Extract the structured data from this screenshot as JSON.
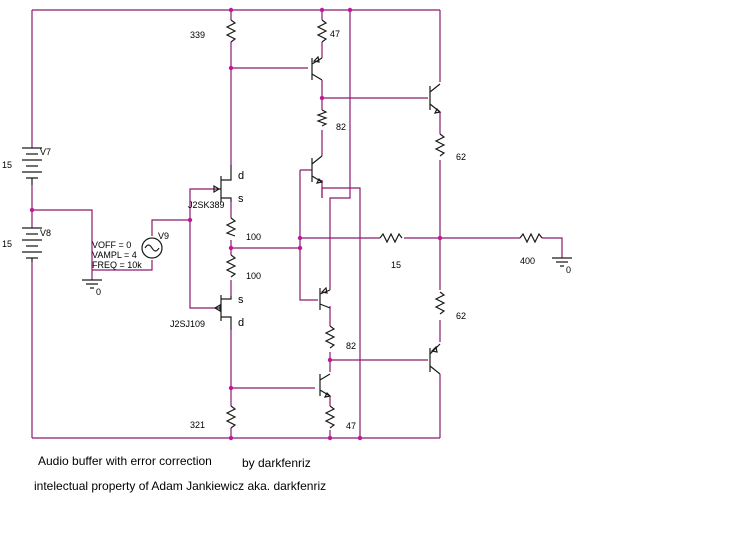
{
  "labels": {
    "r_top_left": "339",
    "r_top_mid": "47",
    "r_emit_top": "82",
    "r_right_top": "62",
    "r_mid_upper": "100",
    "r_mid_lower": "100",
    "r_series": "15",
    "r_load": "400",
    "r_right_bot": "62",
    "r_emit_bot": "82",
    "r_bot_left": "321",
    "r_bot_mid": "47",
    "ground_main": "0",
    "ground_load": "0"
  },
  "sources": {
    "v7_name": "V7",
    "v7_value": "15",
    "v8_name": "V8",
    "v8_value": "15",
    "v9_name": "V9",
    "v9_voff": "VOFF = 0",
    "v9_vampl": "VAMPL = 4",
    "v9_freq": "FREQ = 10k"
  },
  "fets": {
    "upper_name": "J2SK389",
    "upper_drain": "d",
    "upper_source": "s",
    "lower_name": "J2SJ109",
    "lower_source": "s",
    "lower_drain": "d"
  },
  "caption": {
    "title": "Audio buffer with error correction",
    "author": "by darkfenriz",
    "copyright": "intelectual property of Adam Jankiewicz aka. darkfenriz"
  }
}
